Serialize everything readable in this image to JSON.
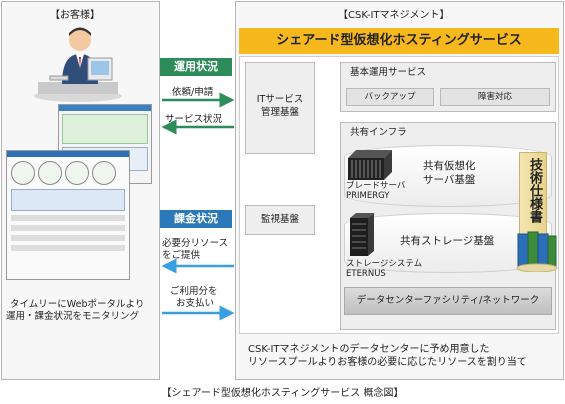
{
  "customer": {
    "header": "【お客様】",
    "caption_line1": "タイムリーにWebポータルより",
    "caption_line2": "運用・課金状況をモニタリング"
  },
  "provider": {
    "header": "【CSK-ITマネジメント】",
    "banner": "シェアード型仮想化ホスティングサービス",
    "it_service_line1": "ITサービス",
    "it_service_line2": "管理基盤",
    "monitor": "監視基盤",
    "basic_ops_title": "基本運用サービス",
    "backup": "バックアップ",
    "incident": "障害対応",
    "shared_infra_title": "共有インフラ",
    "server_line1": "共有仮想化",
    "server_line2": "サーバ基盤",
    "blade_line1": "ブレードサーバ",
    "blade_line2": "PRIMERGY",
    "storage_base": "共有ストレージ基盤",
    "storage_line1": "ストレージシステム",
    "storage_line2": "ETERNUS",
    "tech_spec": "技術仕様書",
    "facility": "データセンターファシリティ/ネットワーク",
    "note_line1": "CSK-ITマネジメントのデータセンターに予め用意した",
    "note_line2": "リソースプールよりお客様の必要に応じたリソースを割り当て"
  },
  "flows": {
    "ops_status": "運用状況",
    "request": "依頼/申請",
    "service_status": "サービス状況",
    "billing_status": "課金状況",
    "resource_line1": "必要分リソース",
    "resource_line2": "をご提供",
    "payment_line1": "ご利用分を",
    "payment_line2": "お支払い"
  },
  "caption": "【シェアード型仮想化ホスティングサービス 概念図】",
  "colors": {
    "banner": "#f7b81e",
    "green_badge": "#2e8b5a",
    "blue_badge": "#2b79b8",
    "arrow_blue": "#3a9fe0",
    "arrow_dark": "#444444"
  }
}
